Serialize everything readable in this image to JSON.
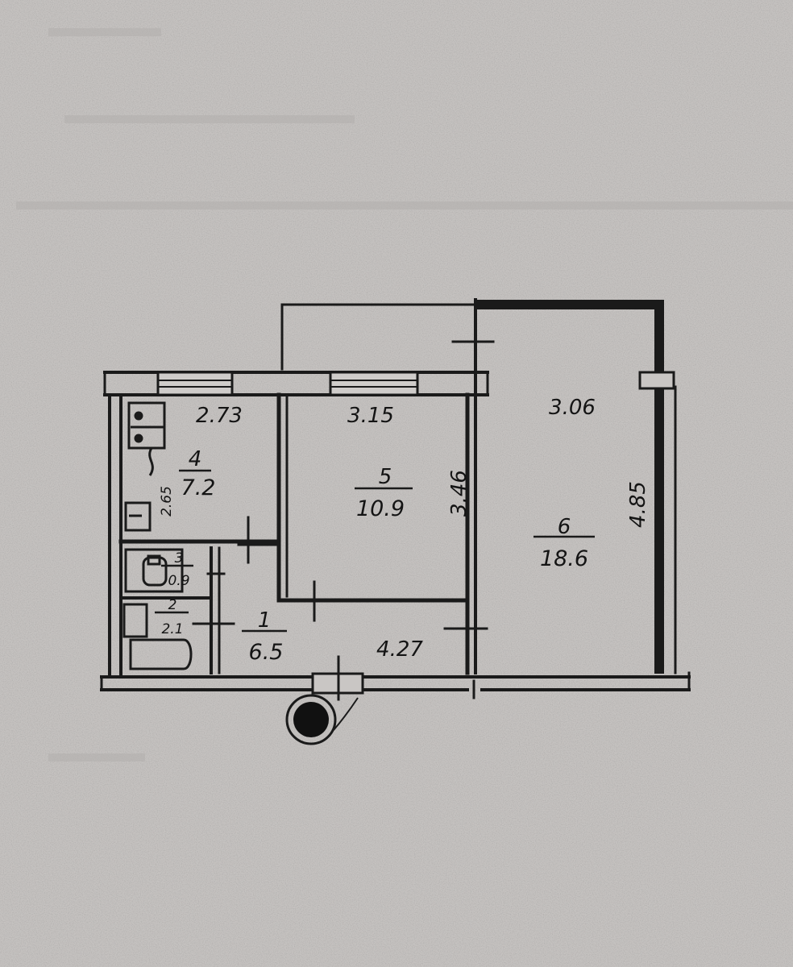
{
  "rooms": [
    {
      "id": "1",
      "area": "6.5"
    },
    {
      "id": "2",
      "area": "2.1"
    },
    {
      "id": "3",
      "area": "0.9"
    },
    {
      "id": "4",
      "area": "7.2"
    },
    {
      "id": "5",
      "area": "10.9"
    },
    {
      "id": "6",
      "area": "18.6"
    }
  ],
  "dimensions": {
    "kitchen_width": "2.73",
    "kitchen_depth": "2.65",
    "room5_width": "3.15",
    "room5_depth": "3.46",
    "room6_width": "3.06",
    "room6_depth": "4.85",
    "hall_length": "4.27"
  }
}
